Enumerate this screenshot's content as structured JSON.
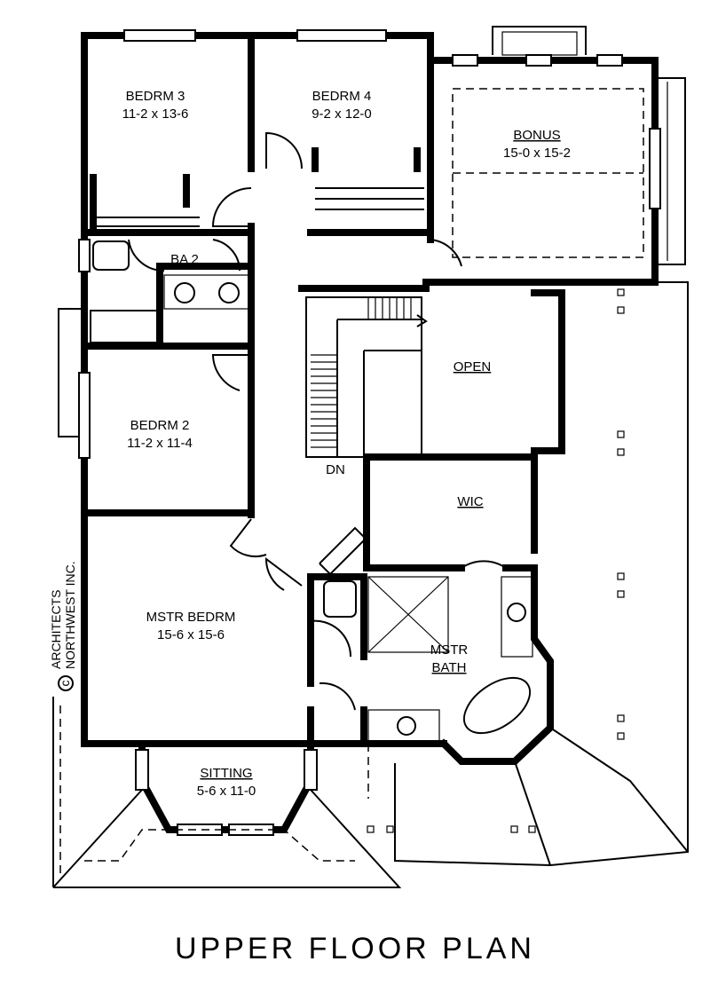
{
  "title": "UPPER FLOOR PLAN",
  "credit": {
    "symbol": "c",
    "line1": "ARCHITECTS",
    "line2": "NORTHWEST INC."
  },
  "rooms": {
    "bedrm3": {
      "name": "BEDRM 3",
      "size": "11-2 x 13-6"
    },
    "bedrm4": {
      "name": "BEDRM 4",
      "size": "9-2 x 12-0"
    },
    "bonus": {
      "name": "BONUS",
      "size": "15-0 x 15-2"
    },
    "ba2": {
      "name": "BA 2"
    },
    "open": {
      "name": "OPEN"
    },
    "bedrm2": {
      "name": "BEDRM 2",
      "size": "11-2 x 11-4"
    },
    "dn": {
      "name": "DN"
    },
    "wic": {
      "name": "WIC"
    },
    "mstr_bedrm": {
      "name": "MSTR BEDRM",
      "size": "15-6 x 15-6"
    },
    "mstr_bath": {
      "line1": "MSTR",
      "line2": "BATH"
    },
    "sitting": {
      "name": "SITTING",
      "size": "5-6 x 11-0"
    }
  }
}
